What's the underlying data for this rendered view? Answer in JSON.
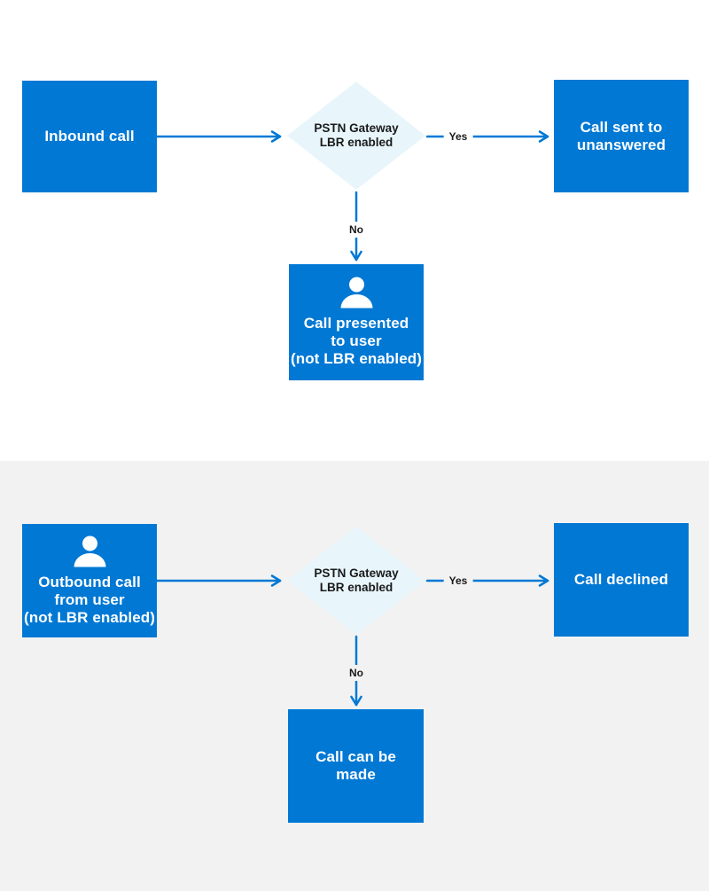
{
  "diagram": {
    "colors": {
      "node_fill": "#0078D4",
      "node_text": "#FFFFFF",
      "decision_fill": "#E8F6FC",
      "connector": "#0078D4",
      "edge_label_text": "#1A1A1A",
      "section_top_bg": "#FFFFFF",
      "section_bottom_bg": "#F2F2F2"
    },
    "flows": [
      {
        "name": "inbound-call-flow",
        "start": {
          "lines": [
            "Inbound call"
          ]
        },
        "decision": {
          "lines": [
            "PSTN Gateway",
            "LBR enabled"
          ]
        },
        "yes_label": "Yes",
        "no_label": "No",
        "yes_result": {
          "lines": [
            "Call sent to",
            "unanswered"
          ]
        },
        "no_result": {
          "lines": [
            "Call presented",
            "to user",
            "(not LBR enabled)"
          ],
          "icon": "person-icon"
        }
      },
      {
        "name": "outbound-call-flow",
        "start": {
          "lines": [
            "Outbound call",
            "from user",
            "(not LBR enabled)"
          ],
          "icon": "person-icon"
        },
        "decision": {
          "lines": [
            "PSTN Gateway",
            "LBR enabled"
          ]
        },
        "yes_label": "Yes",
        "no_label": "No",
        "yes_result": {
          "lines": [
            "Call declined"
          ]
        },
        "no_result": {
          "lines": [
            "Call can be",
            "made"
          ]
        }
      }
    ]
  }
}
